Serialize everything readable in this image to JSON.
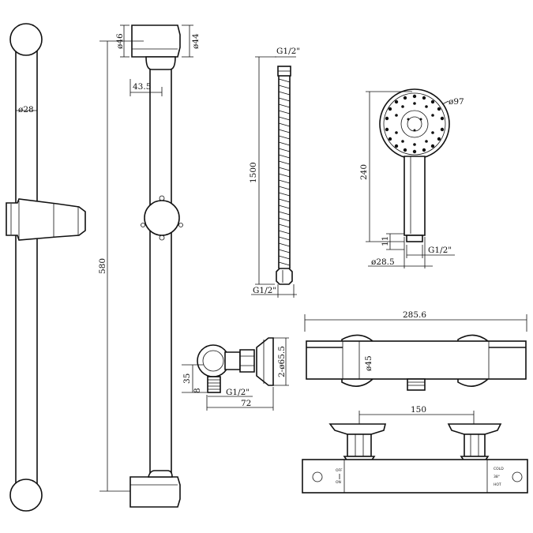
{
  "dimensions": {
    "rail_end_diameter": "ø46",
    "rail_end_width": "ø44",
    "rail_offset": "43.5",
    "rail_tube_diameter": "ø28",
    "rail_length": "580",
    "hose_top_thread": "G1/2\"",
    "hose_length": "1500",
    "hose_bottom_thread": "G1/2\"",
    "handset_head_diameter": "ø97",
    "handset_length": "240",
    "handset_nozzle": "11",
    "handset_thread": "G1/2\"",
    "handset_handle_diameter": "ø28.5",
    "elbow_height": "35",
    "elbow_thread_len": "8",
    "elbow_thread": "G1/2\"",
    "elbow_depth": "72",
    "elbow_flange": "2-ø65.5",
    "valve_width": "285.6",
    "valve_diameter": "ø45",
    "valve_centres": "150"
  },
  "valve_labels": {
    "off_on": "OFF\nON",
    "cold": "COLD",
    "temp_38": "38°",
    "hot": "HOT"
  }
}
